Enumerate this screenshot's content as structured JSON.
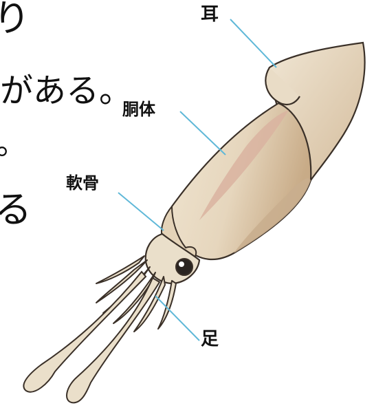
{
  "text_fragments": {
    "line1": "り",
    "line2": "がある。",
    "line3": "。",
    "line4": "る"
  },
  "labels": {
    "ear": "耳",
    "body": "胴体",
    "cartilage": "軟骨",
    "legs": "足"
  },
  "colors": {
    "body_fill": "#e9dcc6",
    "body_shade": "#c9ae8e",
    "cartilage_stripe": "#d9b3a0",
    "outline": "#3a3028",
    "leader_line": "#5fb8d8",
    "background": "#ffffff"
  }
}
